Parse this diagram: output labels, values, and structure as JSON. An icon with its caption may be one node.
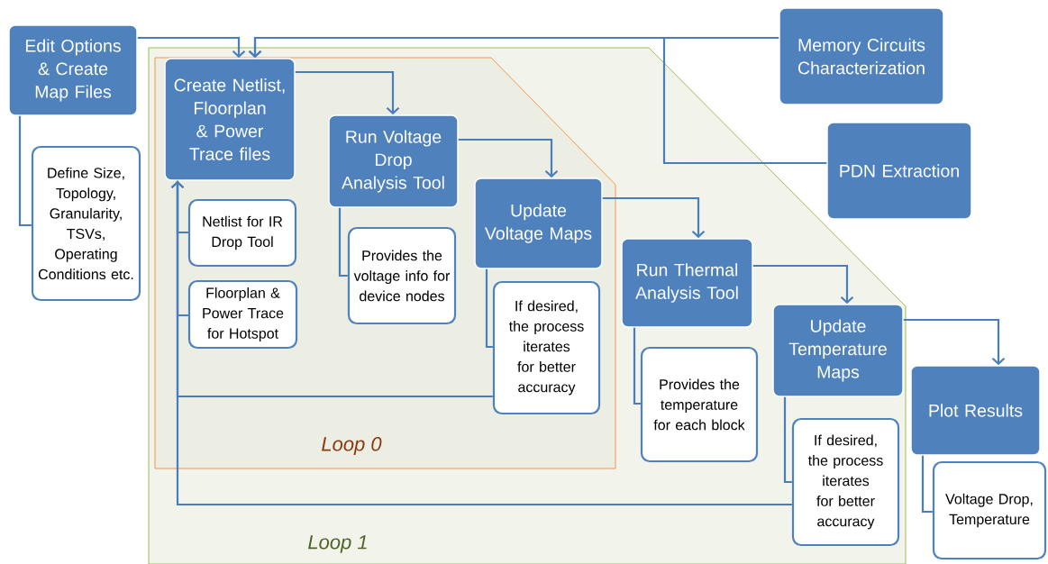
{
  "diagram": {
    "nodes": [
      {
        "text": [
          "Loop 1"
        ]
      },
      {
        "text": [
          "Loop 0"
        ],
        "in": 0
      },
      {
        "text": [
          "Edit Options & Create Map Files"
        ]
      },
      {
        "text": [
          "Define Size, Topology, Granularity, TSVs, Operating Conditions etc."
        ]
      },
      {
        "text": [
          "Create Netlist, Floorplan & Power Trace files"
        ],
        "in": 1
      },
      {
        "text": [
          "Netlist for IR Drop Tool"
        ],
        "in": 1
      },
      {
        "text": [
          "Floorplan & Power Trace for Hotspot"
        ],
        "in": 1
      },
      {
        "text": [
          "Run Voltage Drop Analysis Tool"
        ],
        "in": 1
      },
      {
        "text": [
          "Provides the voltage info for device nodes"
        ],
        "in": 1
      },
      {
        "text": [
          "Update Voltage Maps"
        ],
        "in": 1
      },
      {
        "text": [
          "If desired, the process iterates for better accuracy"
        ],
        "in": 1
      },
      {
        "text": [
          "Memory Circuits Characterization"
        ]
      },
      {
        "text": [
          "PDN Extraction"
        ]
      },
      {
        "text": [
          "Run Thermal Analysis Tool"
        ],
        "in": 0
      },
      {
        "text": [
          "Provides the temperature for each block"
        ],
        "in": 0
      },
      {
        "text": [
          "Update Temperature Maps"
        ],
        "in": 0
      },
      {
        "text": [
          "If desired, the process iterates for better accuracy"
        ],
        "in": 0
      },
      {
        "text": [
          "Plot Results"
        ]
      },
      {
        "text": [
          "Voltage Drop, Temperature"
        ]
      }
    ],
    "edges": [
      {
        "from": 2,
        "to": 4,
        "arrow": "to"
      },
      {
        "from": 11,
        "to": 4,
        "arrow": "to"
      },
      {
        "from": 12,
        "to": 4,
        "arrow": "to"
      },
      {
        "from": 2,
        "to": 3,
        "arrow": "none"
      },
      {
        "from": 4,
        "to": 5,
        "arrow": "none"
      },
      {
        "from": 4,
        "to": 6,
        "arrow": "none"
      },
      {
        "from": 4,
        "to": 7,
        "arrow": "to"
      },
      {
        "from": 7,
        "to": 8,
        "arrow": "none"
      },
      {
        "from": 7,
        "to": 9,
        "arrow": "to"
      },
      {
        "from": 9,
        "to": 10,
        "arrow": "none"
      },
      {
        "from": 10,
        "to": 4,
        "arrow": "to"
      },
      {
        "from": 9,
        "to": 13,
        "arrow": "to"
      },
      {
        "from": 13,
        "to": 14,
        "arrow": "none"
      },
      {
        "from": 13,
        "to": 15,
        "arrow": "to"
      },
      {
        "from": 15,
        "to": 16,
        "arrow": "none"
      },
      {
        "from": 16,
        "to": 4,
        "arrow": "to"
      },
      {
        "from": 15,
        "to": 17,
        "arrow": "to"
      },
      {
        "from": 17,
        "to": 18,
        "arrow": "none"
      }
    ]
  }
}
